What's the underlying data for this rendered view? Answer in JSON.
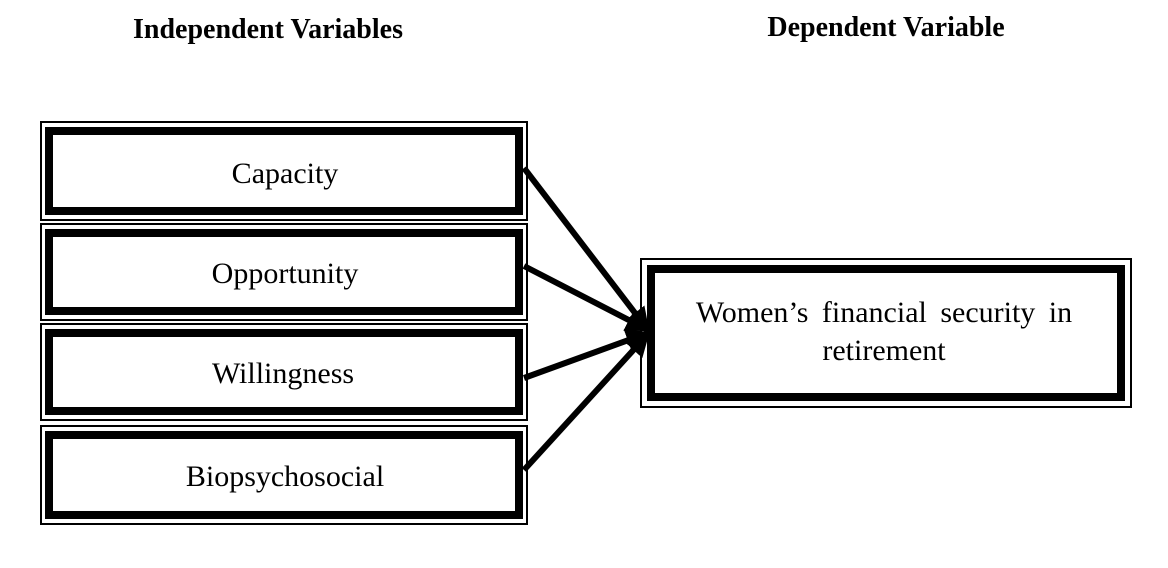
{
  "headings": {
    "independent": "Independent Variables",
    "dependent": "Dependent Variable"
  },
  "independent_variables": [
    "Capacity",
    "Opportunity",
    "Willingness",
    "Biopsychosocial"
  ],
  "dependent_variable": "Women’s financial security in retirement",
  "colors": {
    "background": "#ffffff",
    "stroke": "#000000",
    "text": "#000000"
  }
}
